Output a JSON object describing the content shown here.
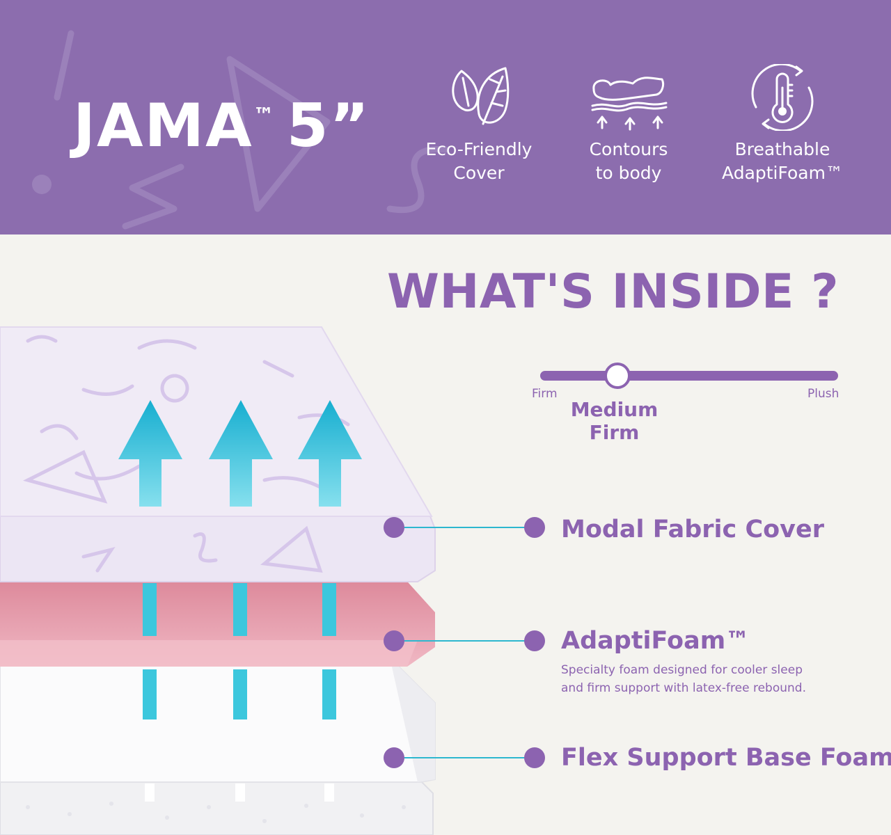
{
  "header": {
    "product_name": "JAMA",
    "trademark": "™",
    "size": "5”",
    "features": [
      {
        "icon": "leaf-icon",
        "line1": "Eco-Friendly",
        "line2": "Cover"
      },
      {
        "icon": "body-contour-icon",
        "line1": "Contours",
        "line2": "to body"
      },
      {
        "icon": "thermometer-icon",
        "line1": "Breathable",
        "line2": "AdaptiFoam™"
      }
    ]
  },
  "section_title": "WHAT'S INSIDE ?",
  "firmness": {
    "min_label": "Firm",
    "max_label": "Plush",
    "value_line1": "Medium",
    "value_line2": "Firm",
    "level": 0.25
  },
  "layers": [
    {
      "title": "Modal Fabric Cover"
    },
    {
      "title": "AdaptiFoam™",
      "description_line1": "Specialty foam designed for cooler sleep",
      "description_line2": "and firm support with latex-free rebound."
    },
    {
      "title": "Flex Support Base Foam"
    }
  ],
  "colors": {
    "header_bg": "#8c6dae",
    "accent_purple": "#8c63b0",
    "arrow_cyan": "#2db7cf",
    "foam_pink": "#e9a0b0",
    "background": "#f4f3ef"
  }
}
